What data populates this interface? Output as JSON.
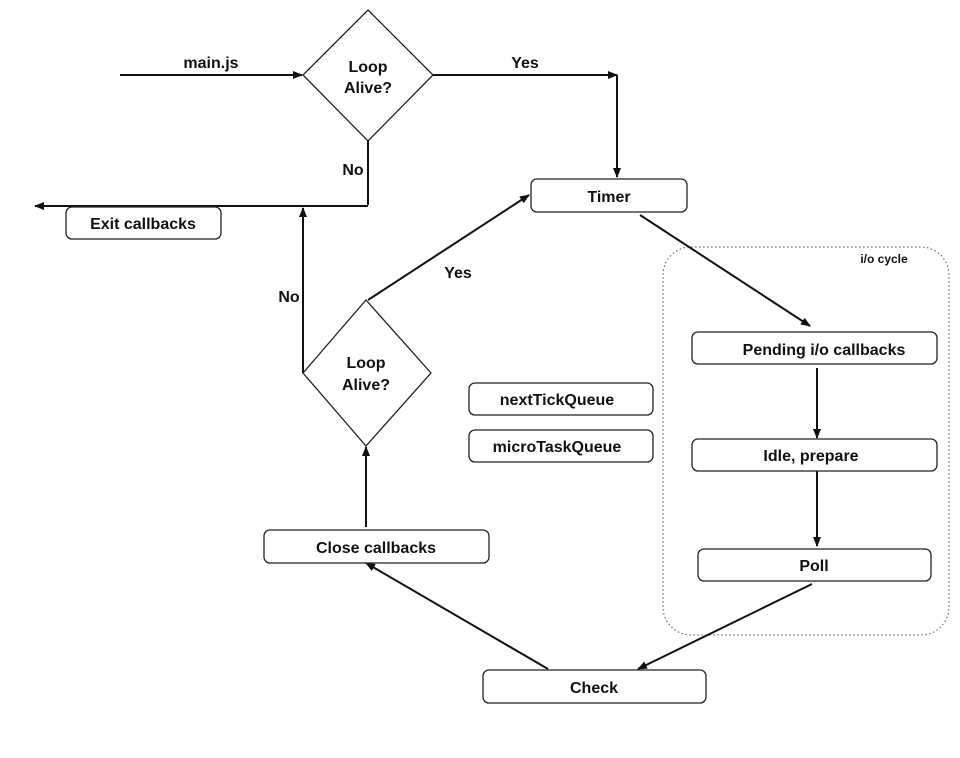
{
  "entry_label": "main.js",
  "decisions": {
    "top": [
      "Loop",
      "Alive?"
    ],
    "middle": [
      "Loop",
      "Alive?"
    ]
  },
  "edge_labels": {
    "top_yes": "Yes",
    "top_no": "No",
    "middle_yes": "Yes",
    "middle_no": "No"
  },
  "nodes": {
    "exit": "Exit callbacks",
    "timer": "Timer",
    "pending": "Pending i/o callbacks",
    "idle": "Idle, prepare",
    "poll": "Poll",
    "check": "Check",
    "close": "Close callbacks",
    "next_tick": "nextTickQueue",
    "micro_task": "microTaskQueue"
  },
  "group_label": "i/o cycle"
}
